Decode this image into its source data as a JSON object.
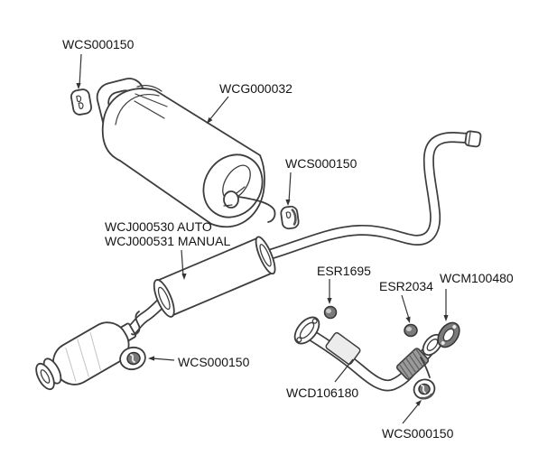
{
  "diagram": {
    "kind": "exhaust-system-parts-diagram",
    "background_color": "#ffffff",
    "line_color": "#3d3d3d",
    "text_color": "#141414",
    "callouts": [
      {
        "id": "rear-mounting-rubber",
        "text": "WCS000150"
      },
      {
        "id": "rear-silencer",
        "text": "WCG000032"
      },
      {
        "id": "mid-mounting-rubber",
        "text": "WCS000150"
      },
      {
        "id": "centre-silencer-auto",
        "text": "WCJ000530 AUTO"
      },
      {
        "id": "centre-silencer-manual",
        "text": "WCJ000531 MANUAL"
      },
      {
        "id": "flange-nut-1",
        "text": "ESR1695"
      },
      {
        "id": "flange-nut-2",
        "text": "ESR2034"
      },
      {
        "id": "exhaust-gasket",
        "text": "WCM100480"
      },
      {
        "id": "front-mounting-rubber",
        "text": "WCS000150"
      },
      {
        "id": "front-pipe",
        "text": "WCD106180"
      },
      {
        "id": "bottom-mounting-rubber",
        "text": "WCS000150"
      }
    ]
  }
}
